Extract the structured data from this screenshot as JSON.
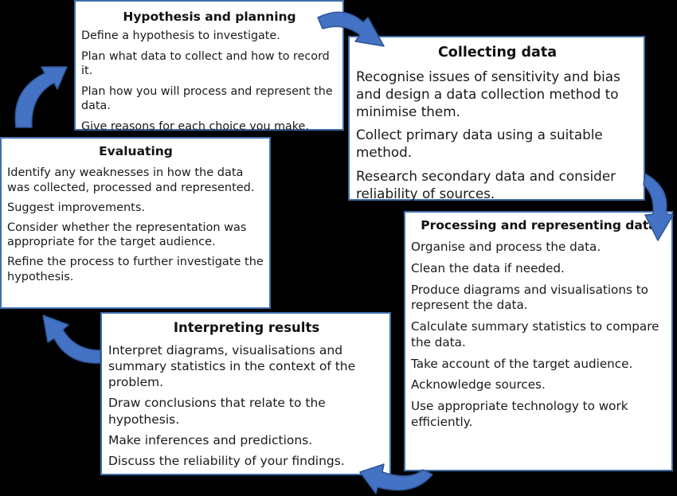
{
  "colors": {
    "background": "#000000",
    "box_border": "#3f6fa8",
    "arrow_fill": "#4472c4",
    "arrow_stroke": "#2f5597"
  },
  "hypothesis": {
    "title": "Hypothesis and planning",
    "items": [
      "Define a hypothesis to investigate.",
      "Plan what data to collect and how to record it.",
      "Plan how you will process and represent the data.",
      "Give reasons for each choice you make."
    ]
  },
  "collecting": {
    "title": "Collecting data",
    "items": [
      "Recognise issues of sensitivity and bias and design a data collection method to minimise them.",
      "Collect primary data using a suitable method.",
      "Research secondary data and consider reliability of sources."
    ]
  },
  "processing": {
    "title": "Processing and representing data",
    "items": [
      "Organise and process the data.",
      "Clean the data if needed.",
      "Produce diagrams and visualisations to represent the data.",
      "Calculate summary statistics to compare the data.",
      "Take account of the target audience.",
      "Acknowledge sources.",
      "Use appropriate technology to work efficiently."
    ]
  },
  "interpreting": {
    "title": "Interpreting results",
    "items": [
      "Interpret diagrams, visualisations and summary statistics in the context of the problem.",
      "Draw conclusions that relate to the hypothesis.",
      "Make inferences and predictions.",
      "Discuss the reliability of your findings."
    ]
  },
  "evaluating": {
    "title": "Evaluating",
    "items": [
      "Identify any weaknesses in how the data was collected, processed and represented.",
      "Suggest improvements.",
      "Consider whether the representation was appropriate for the target audience.",
      "Refine the process to further investigate the hypothesis."
    ]
  }
}
